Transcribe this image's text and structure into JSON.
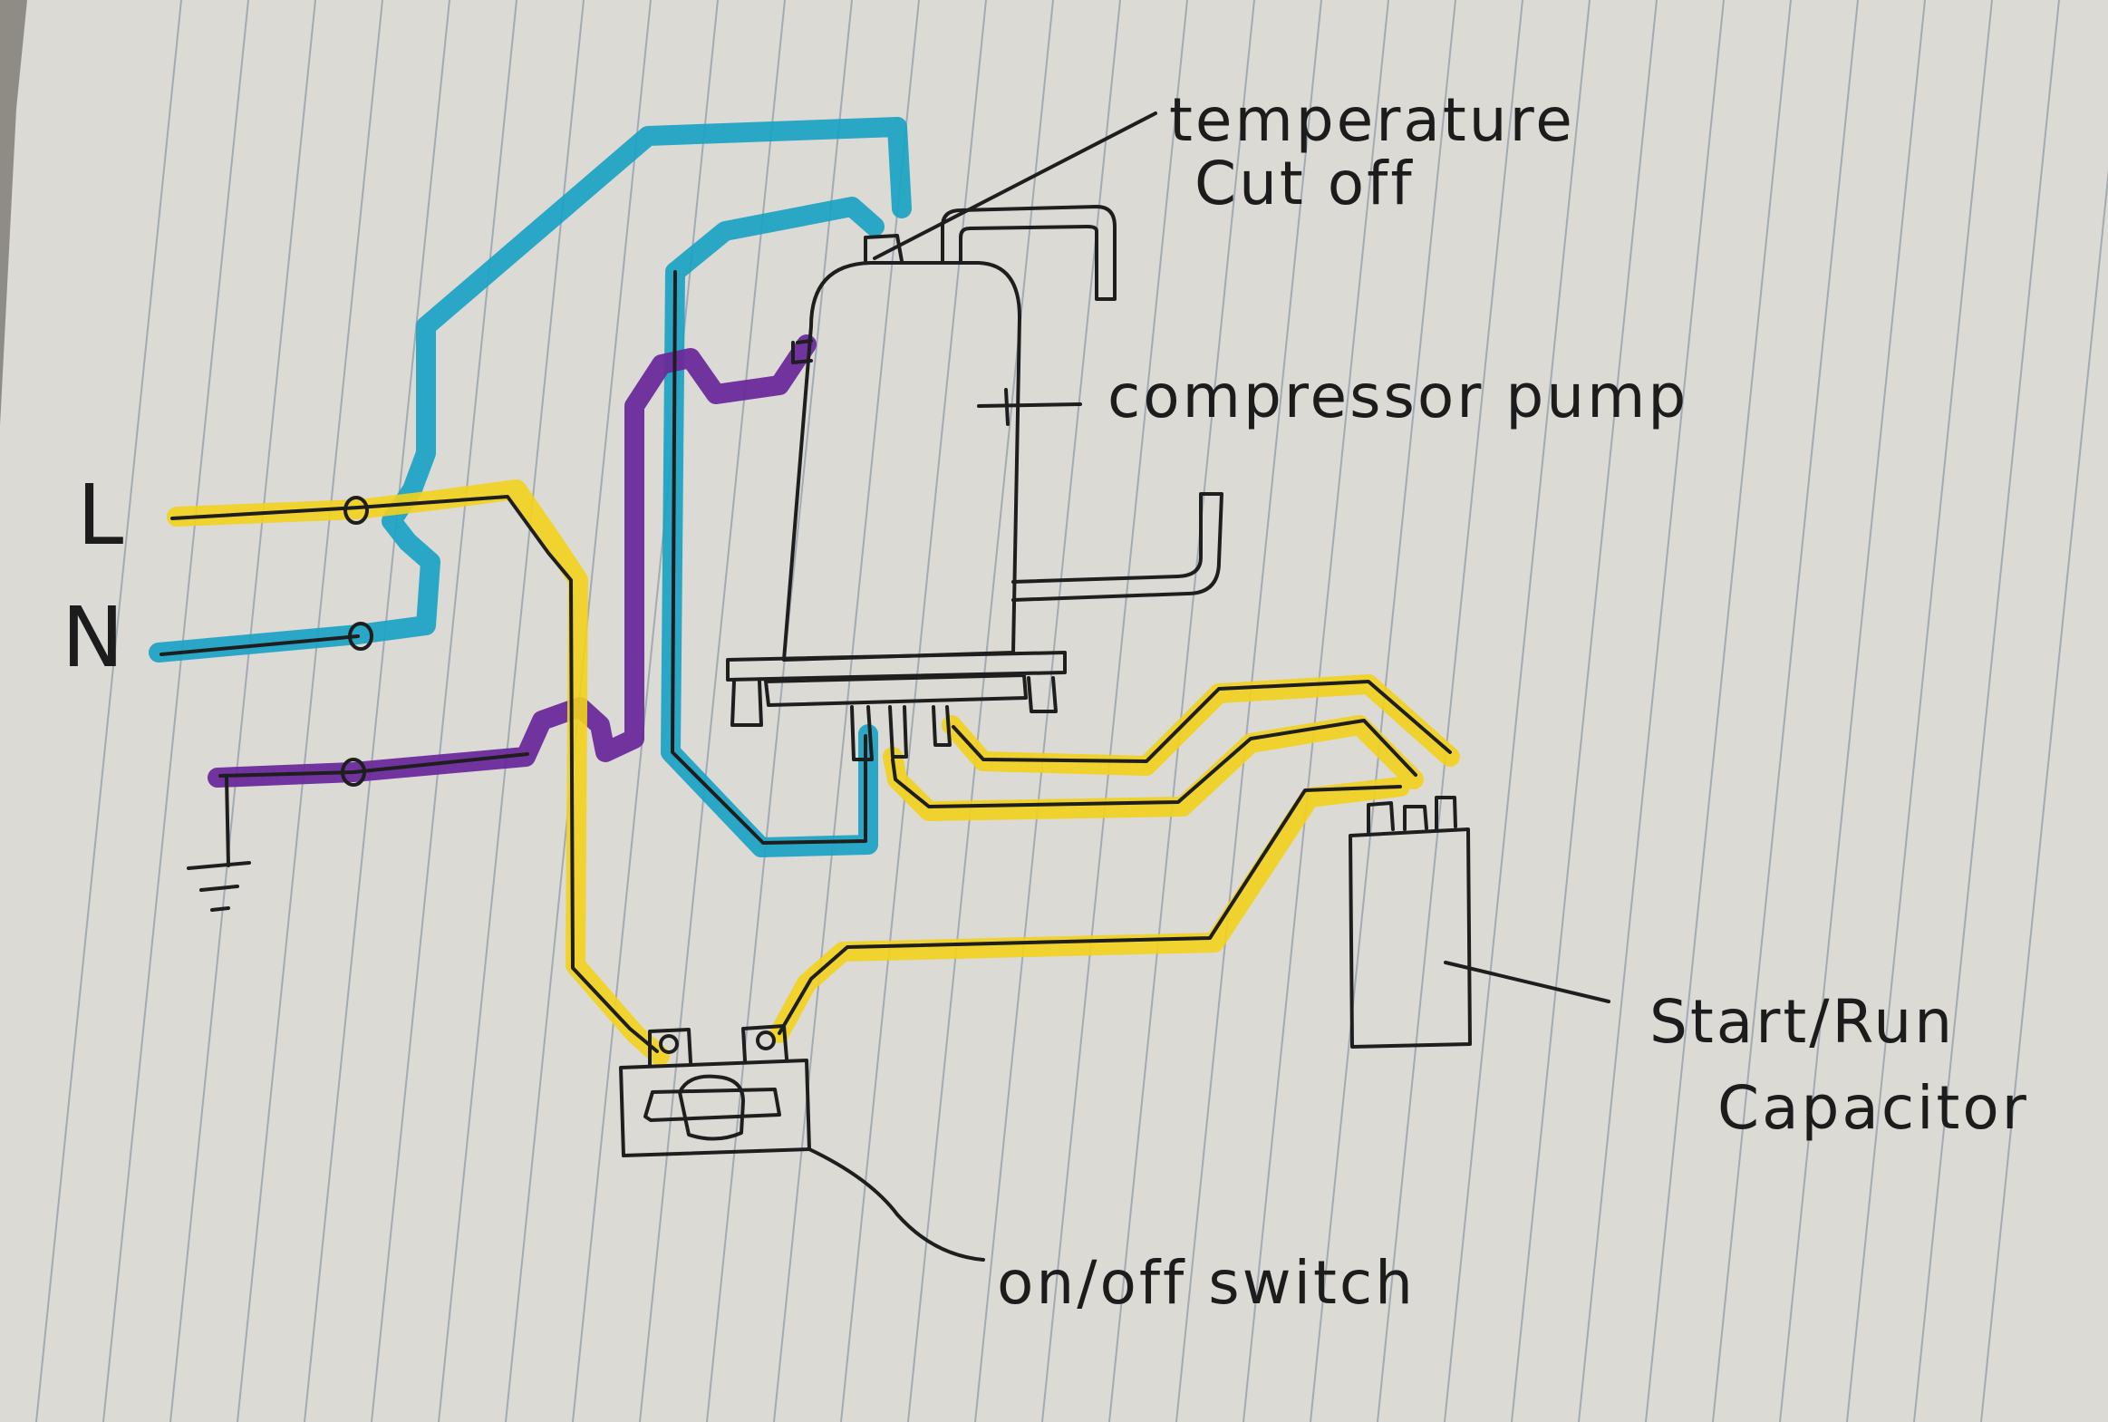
{
  "labels": {
    "line": "L",
    "neutral": "N",
    "temperature_cutoff_line1": "temperature",
    "temperature_cutoff_line2": "Cut off",
    "compressor_pump": "compressor pump",
    "capacitor_line1": "Start/Run",
    "capacitor_line2": "Capacitor",
    "switch": "on/off switch"
  },
  "colors": {
    "paper": "#dcdad4",
    "ruled_line": "#8f9aa8",
    "ink": "#1e1e1e",
    "line_wire": "#f2d21c",
    "neutral_wire": "#1aa3c4",
    "ground_wire": "#6a2a9a"
  }
}
